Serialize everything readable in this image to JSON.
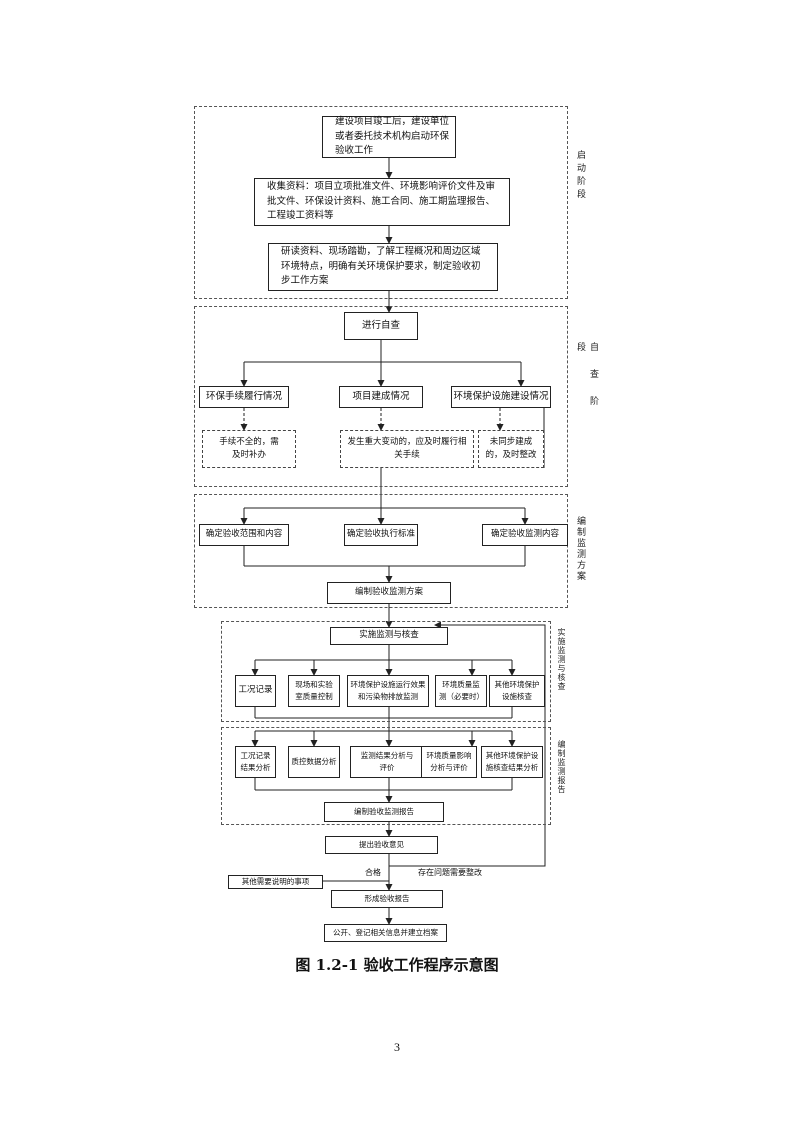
{
  "stages": {
    "start": "启动阶段",
    "selfcheck": "自查阶段",
    "plan": "编制监测方案",
    "implement": "实施监测与核查",
    "report": "编制监测报告"
  },
  "start": {
    "b1": "建设项目竣工后，建设单位或者委托技术机构启动环保验收工作",
    "b2": "收集资料：项目立项批准文件、环境影响评价文件及审批文件、环保设计资料、施工合同、施工期监理报告、工程竣工资料等",
    "b3": "研读资料、现场踏勘，了解工程概况和周边区域环境特点，明确有关环境保护要求，制定验收初步工作方案"
  },
  "selfcheck": {
    "main": "进行自查",
    "items": [
      "环保手续履行情况",
      "项目建成情况",
      "环境保护设施建设情况"
    ],
    "notes": [
      "手续不全的，需及时补办",
      "发生重大变动的，应及时履行相关手续",
      "未同步建成的，及时整改"
    ]
  },
  "plan": {
    "items": [
      "确定验收范围和内容",
      "确定验收执行标准",
      "确定验收监测内容"
    ],
    "result": "编制验收监测方案"
  },
  "implement": {
    "main": "实施监测与核查",
    "items": [
      "工况记录",
      "现场和实验室质量控制",
      "环境保护设施运行效果和污染物排放监测",
      "环境质量监测（必要时）",
      "其他环境保护设施核查"
    ]
  },
  "report": {
    "items": [
      "工况记录结果分析",
      "质控数据分析",
      "监测结果分析与评价",
      "环境质量影响分析与评价",
      "其他环境保护设施核查结果分析"
    ],
    "result": "编制验收监测报告"
  },
  "final": {
    "opinion": "提出验收意见",
    "pass": "合格",
    "problem": "存在问题需要整改",
    "other": "其他需要说明的事项",
    "report": "形成验收报告",
    "publish": "公开、登记相关信息并建立档案"
  },
  "caption": "图 1.2-1  验收工作程序示意图",
  "page_number": "3"
}
